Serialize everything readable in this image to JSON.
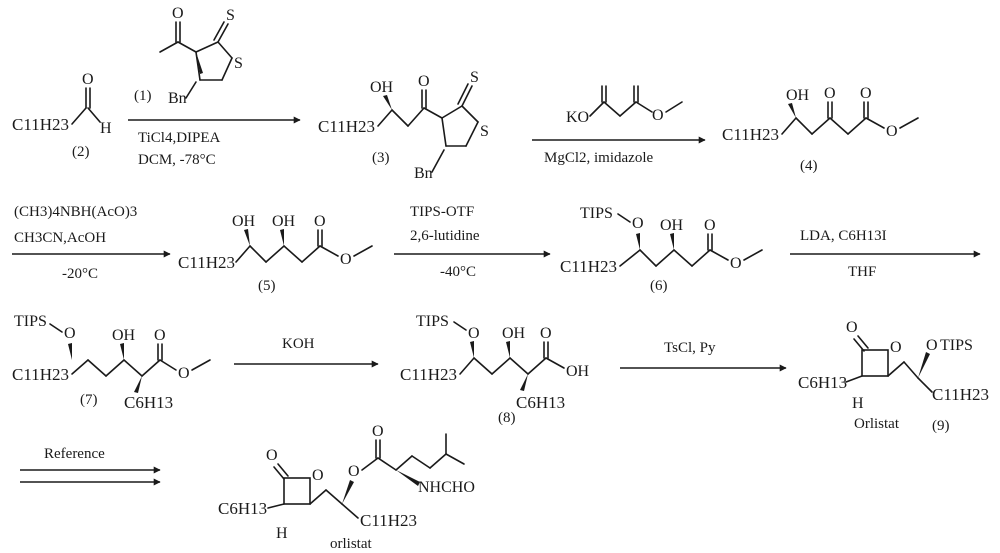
{
  "compounds": {
    "c1": {
      "number": "(1)",
      "atoms": {
        "o": "O",
        "s": "S",
        "s_ring": "S",
        "bn": "Bn"
      }
    },
    "c2": {
      "number": "(2)",
      "formula": "C11H23",
      "atoms": {
        "o": "O",
        "h": "H"
      }
    },
    "c3": {
      "number": "(3)",
      "formula": "C11H23",
      "atoms": {
        "oh": "OH",
        "o": "O",
        "s": "S",
        "s_ring": "S",
        "bn": "Bn"
      }
    },
    "c4": {
      "number": "(4)",
      "formula": "C11H23",
      "atoms": {
        "oh": "OH",
        "o_keto": "O",
        "o_ester": "O",
        "o_ether": "O"
      }
    },
    "c5": {
      "number": "(5)",
      "formula": "C11H23",
      "atoms": {
        "oh1": "OH",
        "oh2": "OH",
        "o_ester": "O",
        "o_ether": "O"
      }
    },
    "c6": {
      "number": "(6)",
      "formula": "C11H23",
      "atoms": {
        "tips": "TIPS",
        "o_tips": "O",
        "oh": "OH",
        "o_ester": "O",
        "o_ether": "O"
      }
    },
    "c7": {
      "number": "(7)",
      "formula": "C11H23",
      "side": "C6H13",
      "atoms": {
        "tips": "TIPS",
        "o_tips": "O",
        "oh": "OH",
        "o_ester": "O",
        "o_ether": "O"
      }
    },
    "c8": {
      "number": "(8)",
      "formula": "C11H23",
      "side": "C6H13",
      "atoms": {
        "tips": "TIPS",
        "o_tips": "O",
        "oh": "OH",
        "o_acid": "O",
        "oh_acid": "OH"
      }
    },
    "c9": {
      "number": "(9)",
      "name": "Orlistat",
      "formula": "C11H23",
      "side": "C6H13",
      "atoms": {
        "tips": "TIPS",
        "o_tips": "O",
        "o_lactone": "O",
        "o_ring": "O",
        "h": "H"
      }
    },
    "orlistat": {
      "name": "orlistat",
      "formula": "C11H23",
      "side": "C6H13",
      "atoms": {
        "o_lactone": "O",
        "o_ring": "O",
        "h": "H",
        "o_ester": "O",
        "o_link": "O",
        "nhcho": "NHCHO"
      }
    }
  },
  "steps": {
    "s1": {
      "conditions": [
        "TiCl4,DIPEA",
        "DCM, -78°C"
      ]
    },
    "s2": {
      "reagent": "KO",
      "conditions": [
        "MgCl2, imidazole"
      ]
    },
    "s3": {
      "conditions": [
        "(CH3)4NBH(AcO)3",
        "CH3CN,AcOH",
        "-20°C"
      ]
    },
    "s4": {
      "conditions": [
        "TIPS-OTF",
        "2,6-lutidine",
        "-40°C"
      ]
    },
    "s5": {
      "conditions": [
        "LDA, C6H13I",
        "THF"
      ]
    },
    "s6": {
      "conditions": [
        "KOH"
      ]
    },
    "s7": {
      "conditions": [
        "TsCl, Py"
      ]
    },
    "s8": {
      "conditions": [
        "Reference"
      ]
    }
  }
}
